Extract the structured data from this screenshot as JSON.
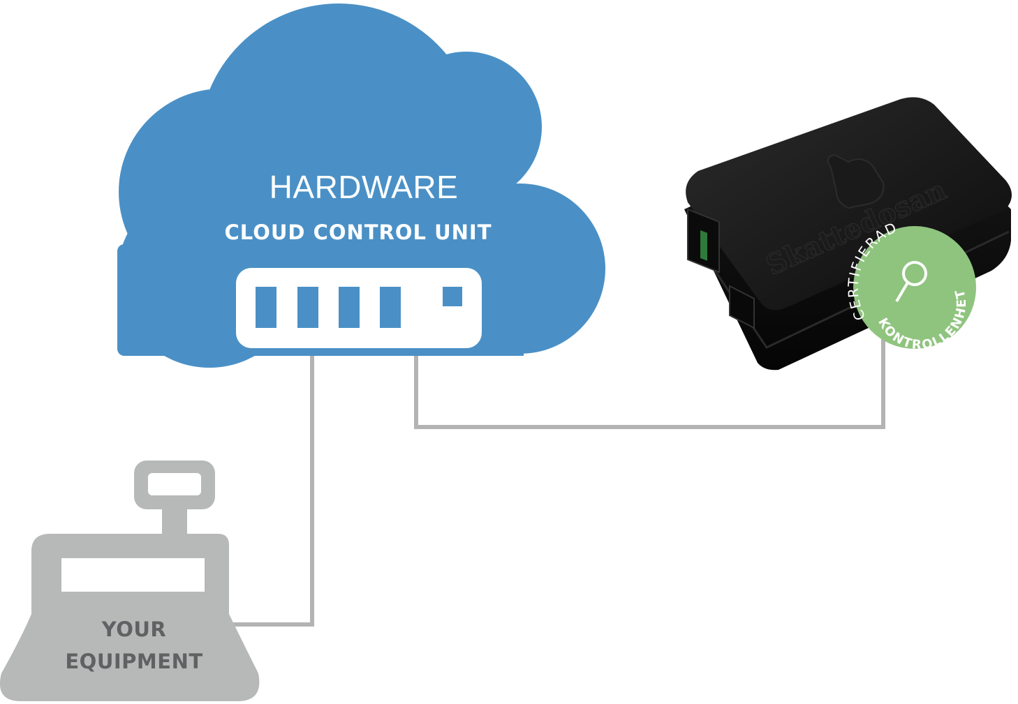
{
  "cloud": {
    "title": "HARDWARE",
    "subtitle": "CLOUD CONTROL UNIT",
    "color": "#4a90c6"
  },
  "equipment": {
    "line1": "YOUR",
    "line2": "EQUIPMENT",
    "color": "#b7b9b9",
    "text_color": "#5f6263"
  },
  "device": {
    "brand": "Skattedosan",
    "seal_top": "CERTIFIERAD",
    "seal_bottom": "KONTROLLENHET",
    "seal_color": "#8fc47f"
  },
  "connector_color": "#b3b3b3"
}
